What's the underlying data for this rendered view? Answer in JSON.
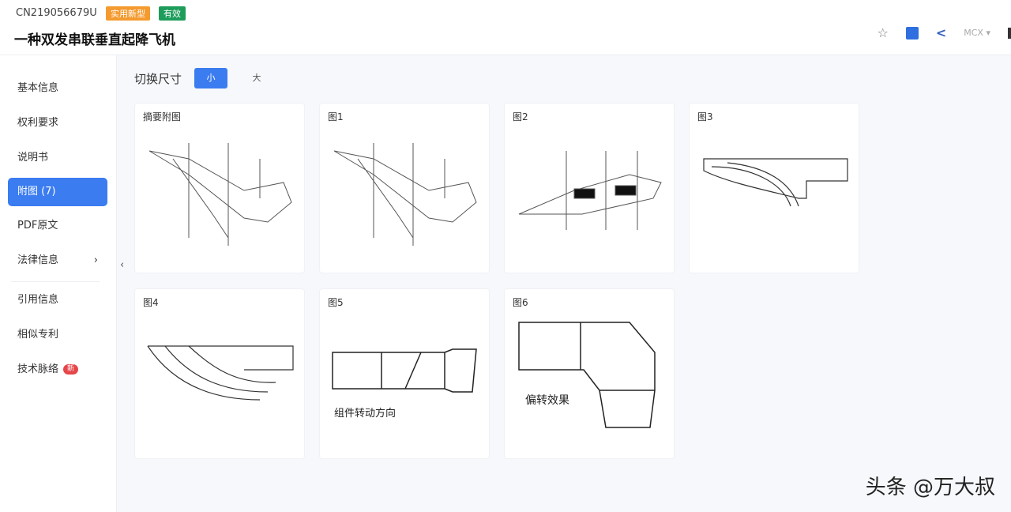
{
  "header": {
    "patent_number": "CN219056679U",
    "tags": [
      {
        "label": "实用新型",
        "color": "#f49a2f"
      },
      {
        "label": "有效",
        "color": "#1e9c5a"
      }
    ],
    "title": "一种双发串联垂直起降飞机",
    "icons": [
      "star-icon",
      "bookmark-icon",
      "share-icon"
    ],
    "user_menu": "MCX ▾"
  },
  "sidebar": {
    "items": [
      {
        "label": "基本信息"
      },
      {
        "label": "权利要求"
      },
      {
        "label": "说明书"
      },
      {
        "label": "附图 (7)",
        "active": true
      },
      {
        "label": "PDF原文"
      },
      {
        "label": "法律信息",
        "arrow": "›"
      },
      {
        "label": "引用信息"
      },
      {
        "label": "相似专利"
      },
      {
        "label": "技术脉络",
        "badge": "新"
      }
    ],
    "collapse": "‹"
  },
  "size_switch": {
    "label": "切换尺寸",
    "small": "小",
    "large": "大"
  },
  "figures": [
    {
      "caption": "摘要附图"
    },
    {
      "caption": "图1"
    },
    {
      "caption": "图2"
    },
    {
      "caption": "图3"
    },
    {
      "caption": "图4"
    },
    {
      "caption": "图5",
      "annotation": "组件转动方向"
    },
    {
      "caption": "图6",
      "annotation": "偏转效果"
    }
  ],
  "watermark": "头条 @万大叔"
}
